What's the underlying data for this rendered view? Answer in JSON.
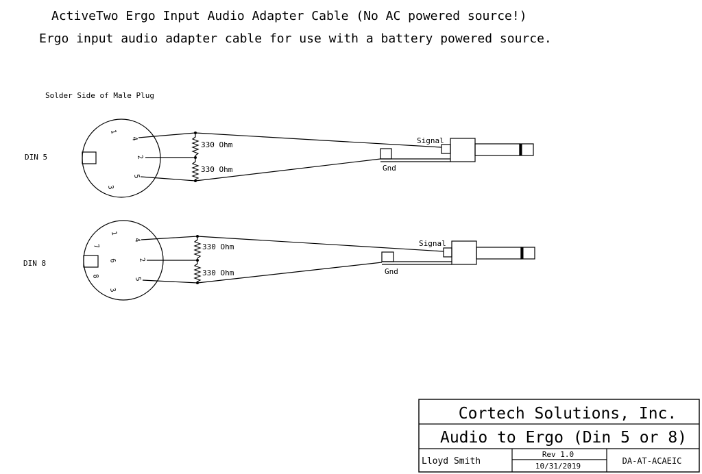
{
  "title": "ActiveTwo Ergo Input Audio Adapter Cable (No AC powered source!)",
  "subtitle": "Ergo input audio adapter cable for use with a battery powered source.",
  "solder_side_label": "Solder Side of Male Plug",
  "din5": {
    "label": "DIN 5",
    "pins": [
      "1",
      "4",
      "2",
      "5",
      "3"
    ],
    "resistor_top": "330 Ohm",
    "resistor_bottom": "330 Ohm",
    "signal_label": "Signal",
    "gnd_label": "Gnd"
  },
  "din8": {
    "label": "DIN 8",
    "pins": [
      "1",
      "4",
      "7",
      "6",
      "2",
      "8",
      "5",
      "3"
    ],
    "resistor_top": "330 Ohm",
    "resistor_bottom": "330 Ohm",
    "signal_label": "Signal",
    "gnd_label": "Gnd"
  },
  "title_block": {
    "company": "Cortech Solutions, Inc.",
    "drawing_title": "Audio to Ergo (Din 5 or 8)",
    "author": "Lloyd Smith",
    "revision": "Rev 1.0",
    "date": "10/31/2019",
    "part_number": "DA-AT-ACAEIC"
  }
}
